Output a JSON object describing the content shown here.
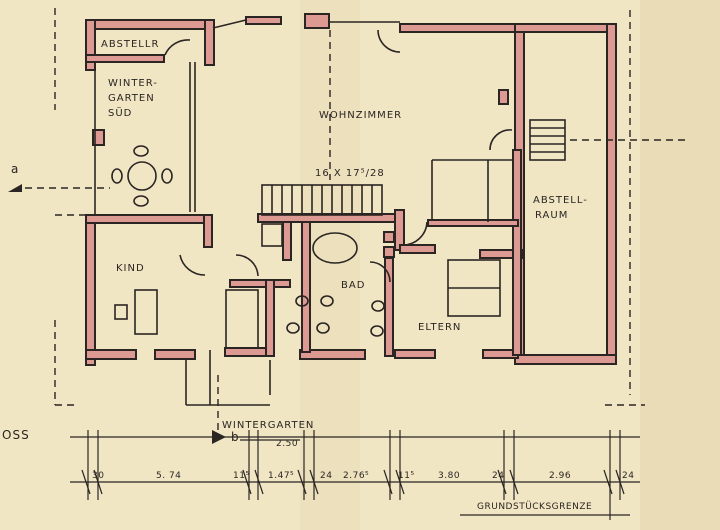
{
  "rooms": {
    "abstellr": "ABSTELLR",
    "wintergarten_sued_1": "WINTER-",
    "wintergarten_sued_2": "GARTEN",
    "wintergarten_sued_3": "SÜD",
    "wohnzimmer": "WOHNZIMMER",
    "abstellraum_1": "ABSTELL-",
    "abstellraum_2": "RAUM",
    "kind": "KIND",
    "bad": "BAD",
    "eltern": "ELTERN",
    "wintergarten": "WINTERGARTEN"
  },
  "annotations": {
    "stair_note": "16 X 17⁵/28",
    "section_a": "a",
    "section_b": "b",
    "title_fragment": "OSS",
    "property_line": "GRUNDSTÜCKSGRENZE"
  },
  "dimensions": [
    "30",
    "5. 74",
    "11⁵",
    "1.47⁵",
    "24",
    "2.76⁵",
    "11⁵",
    "3.80",
    "24",
    "2.96",
    "24"
  ],
  "dimension_extra": "2.50",
  "colors": {
    "wall": "#dd9a92",
    "paper": "#f1e6c4",
    "ink": "#2b2523"
  }
}
